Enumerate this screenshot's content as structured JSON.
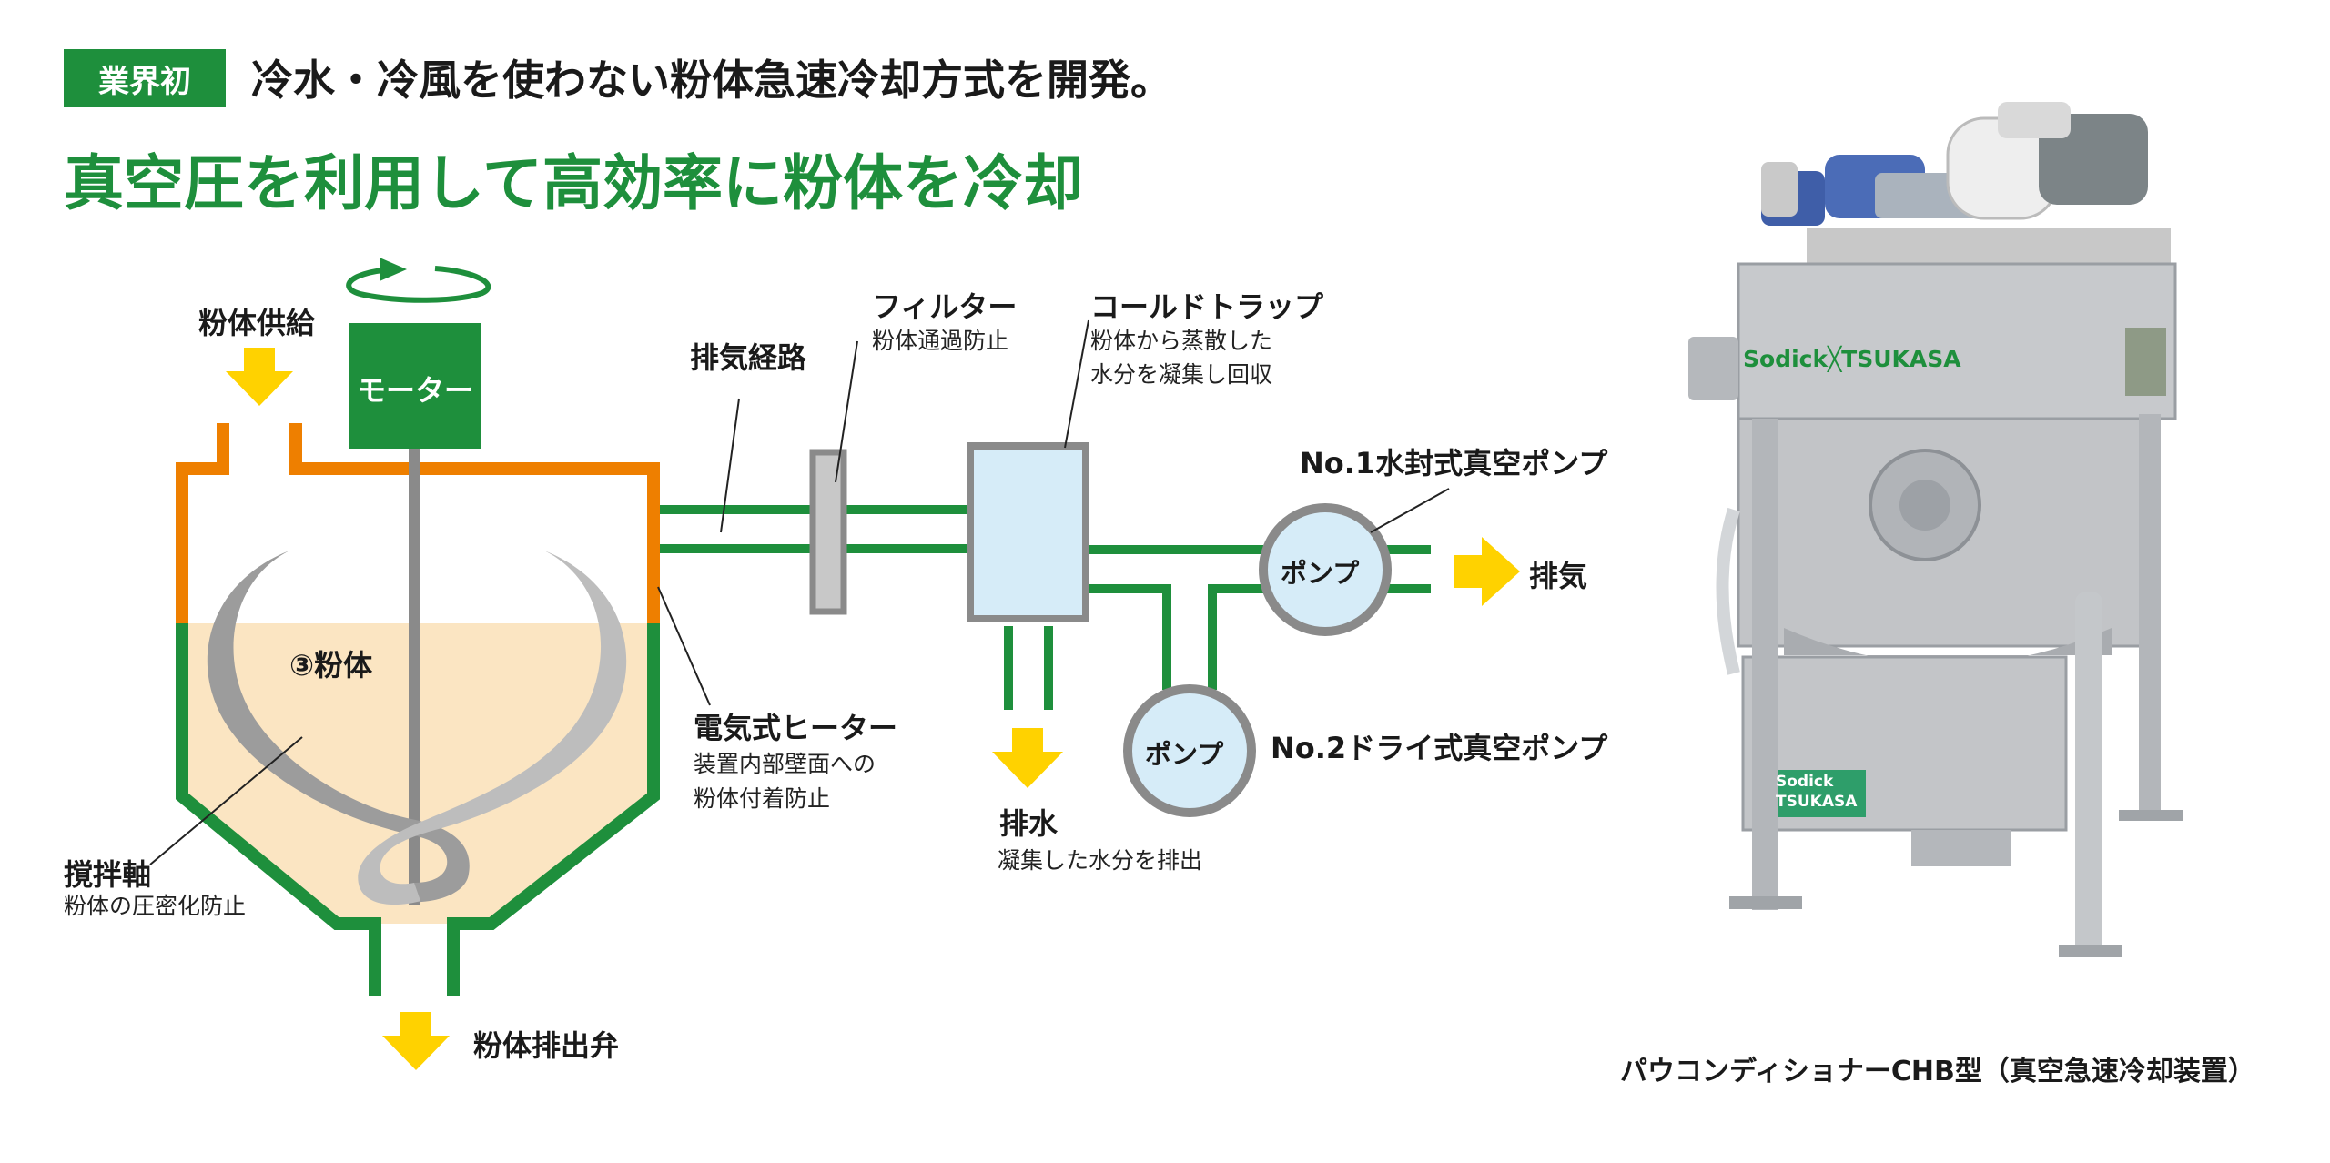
{
  "header": {
    "badge": "業界初",
    "headline": "冷水・冷風を使わない粉体急速冷却方式を開発。",
    "subheadline": "真空圧を利用して高効率に粉体を冷却"
  },
  "diagram": {
    "powder_supply": "粉体供給",
    "motor": "モーター",
    "exhaust_path": "排気経路",
    "filter_title": "フィルター",
    "filter_desc": "粉体通過防止",
    "cold_trap_title": "コールドトラップ",
    "cold_trap_desc_1": "粉体から蒸散した",
    "cold_trap_desc_2": "水分を凝集し回収",
    "pump1_name": "No.1水封式真空ポンプ",
    "pump_label_1": "ポンプ",
    "pump_label_2": "ポンプ",
    "pump2_name": "No.2ドライ式真空ポンプ",
    "exhaust": "排気",
    "powder": "③粉体",
    "heater_title": "電気式ヒーター",
    "heater_desc_1": "装置内部壁面への",
    "heater_desc_2": "粉体付着防止",
    "drain_title": "排水",
    "drain_desc": "凝集した水分を排出",
    "agitator_title": "撹拌軸",
    "agitator_desc": "粉体の圧密化防止",
    "discharge_valve": "粉体排出弁",
    "colors": {
      "green": "#1e8f3c",
      "orange": "#ee7f00",
      "yellow_arrow": "#ffd200",
      "powder_fill": "#fbe5c2",
      "equipment_fill": "#d6ecf8",
      "gray": "#8a8a8a"
    }
  },
  "product": {
    "brand_panel": "Sodick╳TSUKASA",
    "brand_plate_1": "Sodick",
    "brand_plate_2": "TSUKASA",
    "caption": "パウコンディショナーCHB型（真空急速冷却装置）"
  }
}
